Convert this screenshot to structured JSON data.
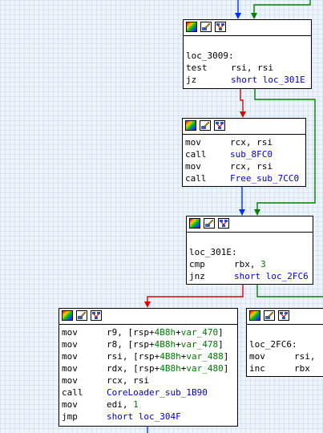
{
  "blocks": {
    "b1": {
      "label": "loc_3009:",
      "lines": [
        {
          "mn": "test",
          "ops": "rsi, rsi"
        },
        {
          "mn": "jz",
          "ops": "short loc_301E"
        }
      ]
    },
    "b2": {
      "lines": [
        {
          "mn": "mov",
          "ops": "rcx, rsi"
        },
        {
          "mn": "call",
          "ops": "sub_8FC0"
        },
        {
          "mn": "mov",
          "ops": "rcx, rsi"
        },
        {
          "mn": "call",
          "ops": "Free_sub_7CC0"
        }
      ]
    },
    "b3": {
      "label": "loc_301E:",
      "lines": [
        {
          "mn": "cmp",
          "ops": "rbx, 3"
        },
        {
          "mn": "jnz",
          "ops": "short loc_2FC6"
        }
      ]
    },
    "b4": {
      "lines": [
        {
          "mn": "mov",
          "ops": "r9, [rsp+4B8h+var_470]"
        },
        {
          "mn": "mov",
          "ops": "r8, [rsp+4B8h+var_478]"
        },
        {
          "mn": "mov",
          "ops": "rsi, [rsp+4B8h+var_488]"
        },
        {
          "mn": "mov",
          "ops": "rdx, [rsp+4B8h+var_480]"
        },
        {
          "mn": "mov",
          "ops": "rcx, rsi"
        },
        {
          "mn": "call",
          "ops": "CoreLoader_sub_1B90"
        },
        {
          "mn": "mov",
          "ops": "edi, 1"
        },
        {
          "mn": "jmp",
          "ops": "short loc_304F"
        }
      ]
    },
    "b5": {
      "label": "loc_2FC6:",
      "lines": [
        {
          "mn": "mov",
          "ops": "rsi,"
        },
        {
          "mn": "inc",
          "ops": "rbx"
        }
      ]
    }
  },
  "toolbar_icons": [
    "color-palette-icon",
    "edit-node-icon",
    "group-nodes-icon"
  ],
  "colors": {
    "edge_false": "#e00000",
    "edge_true": "#008000",
    "edge_uncond": "#0030ff",
    "background": "#ecf5fb"
  }
}
